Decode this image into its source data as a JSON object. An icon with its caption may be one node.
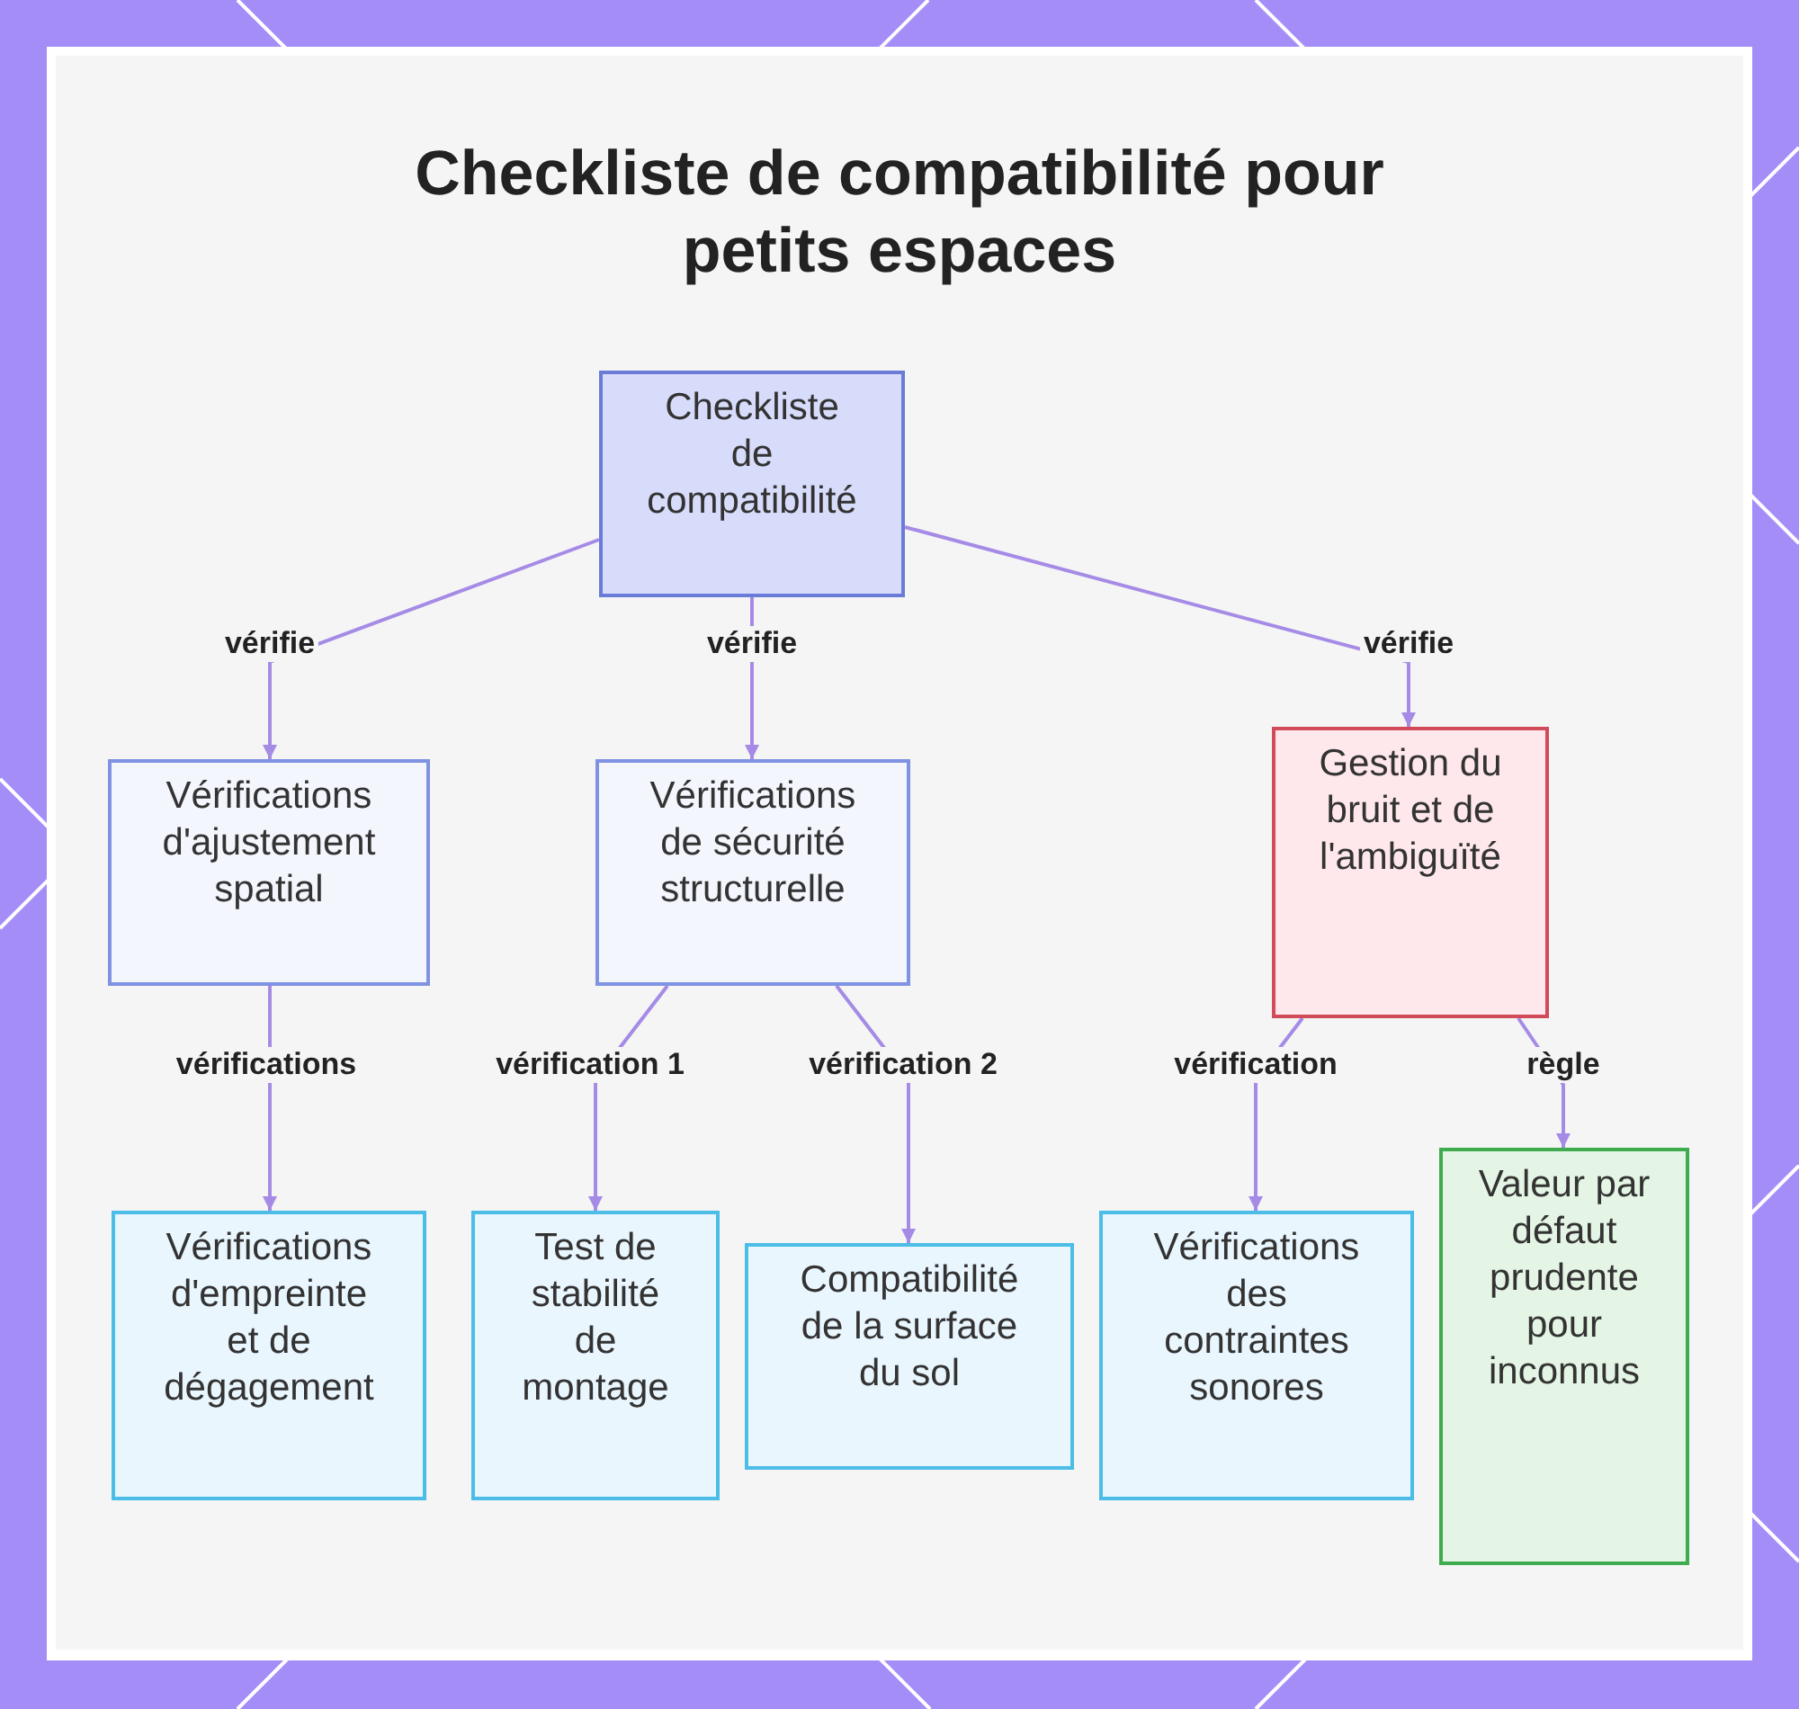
{
  "diagram": {
    "title": "Checkliste de compatibilité pour petits espaces",
    "nodes": [
      {
        "text": [
          "Checkliste de compatibilité"
        ]
      },
      {
        "text": [
          "Vérifications d'ajustement spatial"
        ]
      },
      {
        "text": [
          "Vérifications de sécurité structurelle"
        ]
      },
      {
        "text": [
          "Gestion du bruit et de l'ambiguïté"
        ]
      },
      {
        "text": [
          "Vérifications d'empreinte et de dégagement"
        ]
      },
      {
        "text": [
          "Test de stabilité de montage"
        ]
      },
      {
        "text": [
          "Compatibilité de la surface du sol"
        ]
      },
      {
        "text": [
          "Vérifications des contraintes sonores"
        ]
      },
      {
        "text": [
          "Valeur par défaut prudente pour inconnus"
        ]
      }
    ],
    "edges": [
      {
        "from": 0,
        "to": 1,
        "arrow": "to",
        "label": "vérifie"
      },
      {
        "from": 0,
        "to": 2,
        "arrow": "to",
        "label": "vérifie"
      },
      {
        "from": 0,
        "to": 3,
        "arrow": "to",
        "label": "vérifie"
      },
      {
        "from": 1,
        "to": 4,
        "arrow": "to",
        "label": "vérifications"
      },
      {
        "from": 2,
        "to": 5,
        "arrow": "to",
        "label": "vérification 1"
      },
      {
        "from": 2,
        "to": 6,
        "arrow": "to",
        "label": "vérification 2"
      },
      {
        "from": 3,
        "to": 7,
        "arrow": "to",
        "label": "vérification"
      },
      {
        "from": 3,
        "to": 8,
        "arrow": "to",
        "label": "règle"
      }
    ]
  }
}
